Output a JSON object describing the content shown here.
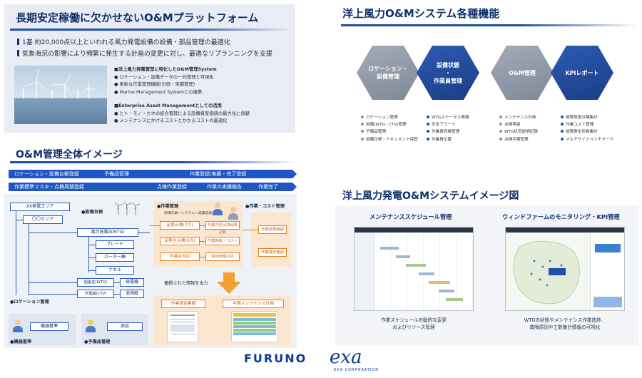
{
  "top_left": {
    "title": "長期安定稼働に欠かせないO&Mプラットフォーム",
    "bullet1": "1基 約20,000点以上といわれる風力発電設備の設備・部品管理の最適化",
    "bullet2": "気象海況の影響により頻繁に発生する計画の変更に対し、最適なリプランニングを支援",
    "feature_group1": {
      "heading": "■洋上風力発電管理に特化したO&M管理System",
      "items": [
        "● ロケーション・設備データの一元管理と可視化",
        "● 柔軟な作業管理機能(計画・実績管理)",
        "● Marine Management Systemとの連携"
      ]
    },
    "feature_group2": {
      "heading": "■Enterprise Asset Managementとしての活用",
      "items": [
        "● ヒト・モノ・カネの統合管理による設備資産価値の最大化に貢献",
        "● メンテナンスにかけるコストとかかるコストの最適化"
      ]
    }
  },
  "top_right": {
    "title": "洋上風力O&Mシステム各種機能",
    "hexes": [
      {
        "label": "ロケーション・\n設備管理"
      },
      {
        "label": "設備状態\n・\n作業員管理"
      },
      {
        "label": "O&M管理"
      },
      {
        "label": "KPIレポート"
      }
    ],
    "functions": [
      [
        "ロケーション管理",
        "設備(WTG・CTV)管理",
        "予備品管理",
        "設備仕様・ドキュメント保管"
      ],
      [
        "WTGステータス情報",
        "安全アラート",
        "作業員資格管理",
        "作業員位置"
      ],
      [
        "メンテナンス計画",
        "点検実績",
        "WTG状況説明記録",
        "点検手順管理"
      ],
      [
        "故障原因分類集計",
        "作業コスト管理",
        "故障発生件数集計",
        "マルチサイトベンチマーク"
      ]
    ]
  },
  "overview": {
    "title": "O&M管理全体イメージ",
    "row1": [
      "ロケーション・設備台帳登録",
      "予備品管理",
      "作業登録/実績・完了登録"
    ],
    "row2": [
      "作業標準マスタ・点検周期登録",
      "点検作業登録",
      "作業の実績報告",
      "作業完了"
    ],
    "areas": [
      "XX発電エリア",
      "〇〇エリア"
    ],
    "equipment_ledger": "●設備台帳",
    "equipment_tree": [
      "風力発電A(WTG)",
      "ブレード",
      "ローター軸",
      "ナセル"
    ],
    "vessels": [
      "船舶名(WTG)",
      "作業船(CTV)"
    ],
    "vessel_types": [
      "発電機",
      "巡視艇"
    ],
    "location_label": "●ロケーション管理",
    "work_mgmt_label": "●作業管理",
    "work_sub": "現場作業へシステムへ実績登録",
    "work_boxes_left": [
      "定期点検(7月)",
      "定期主点検(6月)",
      "不具合対応"
    ],
    "work_boxes_right": [
      "作業内容/点検結果記録",
      "作業時間・コスト",
      "追加修繕対応"
    ],
    "cost_label": "●作業・コスト管理",
    "cost_boxes": [
      "作業結果確認",
      "作業進捗確認"
    ],
    "output_label": "蓄積された情報を出力",
    "output_boxes": [
      "作業報告書類",
      "年間メンテナンス計画"
    ],
    "spare_std": "機器基準",
    "spare_parts": "部品",
    "spare_std_label": "●機器基準",
    "spare_label": "●予備品管理"
  },
  "bottom_right": {
    "title": "洋上風力発電O&Mシステムイメージ図",
    "left_heading": "メンテナンススケジュール管理",
    "right_heading": "ウィンドファームのモニタリング・KPI管理",
    "left_caption": "作業スケジュールの動的な変更\nおよびリソース管理",
    "right_caption": "WTGの状態やメンテナンス作業進捗、\n故障原因や工数集計情報の可視化"
  },
  "logos": {
    "furuno": "FURUNO",
    "exa": "exa",
    "exa_sub": "EXA CORPORATION"
  },
  "colors": {
    "navy": "#10306b",
    "accent_blue": "#1f56c4",
    "orange": "#e07f22",
    "hex_gray": "#8d96a4"
  }
}
